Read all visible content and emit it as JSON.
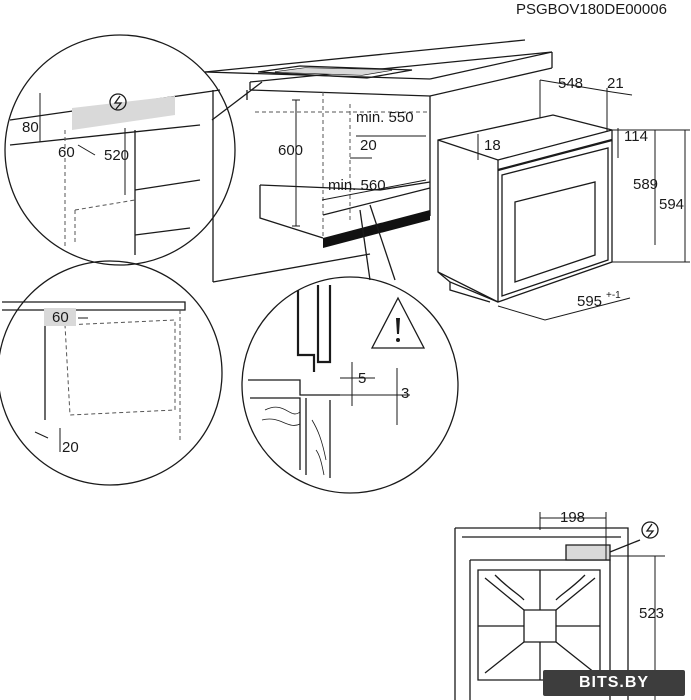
{
  "code": "PSGBOV180DE00006",
  "main": {
    "cut_width": "min. 550",
    "cut_depth": "min. 560",
    "cut_height": "600",
    "gap": "20",
    "oven_depth": "548",
    "front_depth": "21",
    "top_offset": "114",
    "inner_height": "589",
    "outer_height": "594",
    "panel_offset": "18",
    "oven_width_main": "595",
    "oven_width_tolerance": "+-1"
  },
  "detail_top_left": {
    "top": "80",
    "side": "60",
    "height": "520"
  },
  "detail_bottom_left": {
    "side": "60",
    "bottom": "20"
  },
  "detail_bottom_center": {
    "a": "5",
    "b": "3"
  },
  "rear_view": {
    "width": "198",
    "height": "523"
  },
  "icons": [
    "electric-connection-icon",
    "warning-triangle-icon"
  ],
  "watermark": "BITS.BY"
}
